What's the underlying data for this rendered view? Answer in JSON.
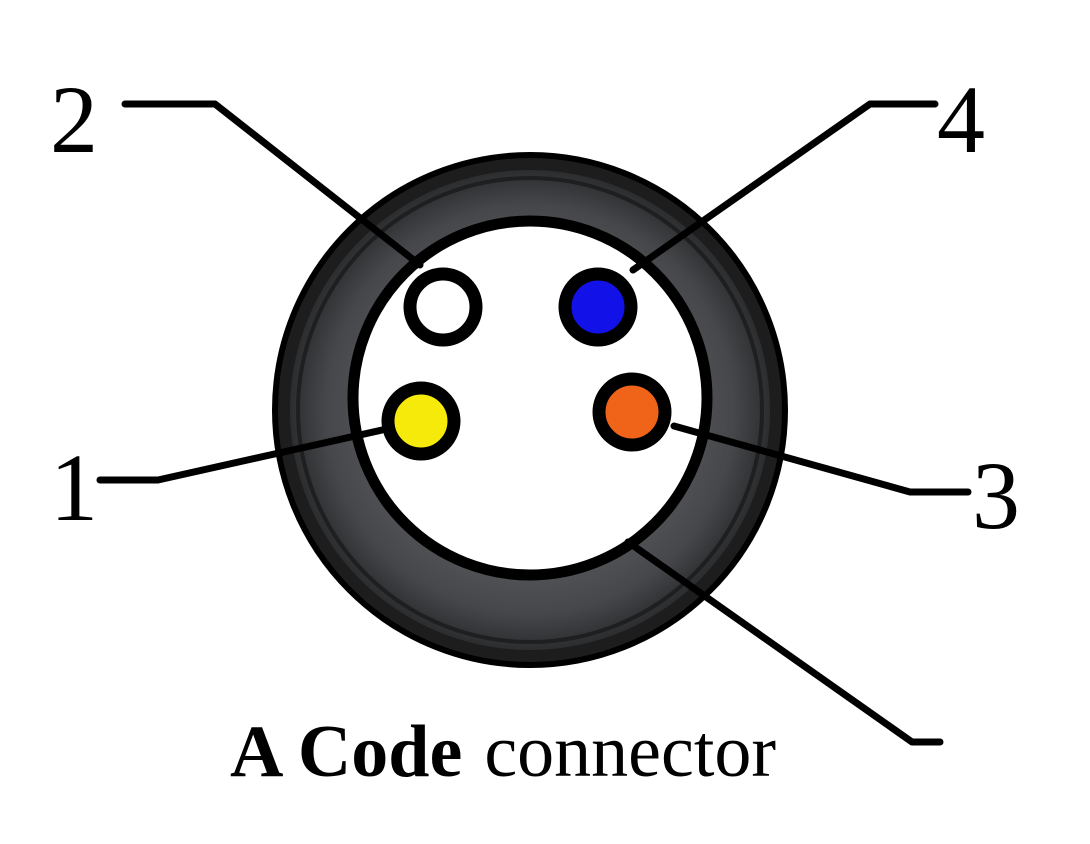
{
  "diagram": {
    "caption": {
      "bold": "A Code",
      "normal": "connector"
    },
    "colors": {
      "body": "#4a4b4d",
      "body_outline": "#000000",
      "face": "#ffffff"
    },
    "pins": [
      {
        "number": "1",
        "color": "#f5ea0a",
        "color_name": "yellow"
      },
      {
        "number": "2",
        "color": "#ffffff",
        "color_name": "white"
      },
      {
        "number": "3",
        "color": "#f06419",
        "color_name": "orange"
      },
      {
        "number": "4",
        "color": "#1212e8",
        "color_name": "blue"
      }
    ]
  }
}
